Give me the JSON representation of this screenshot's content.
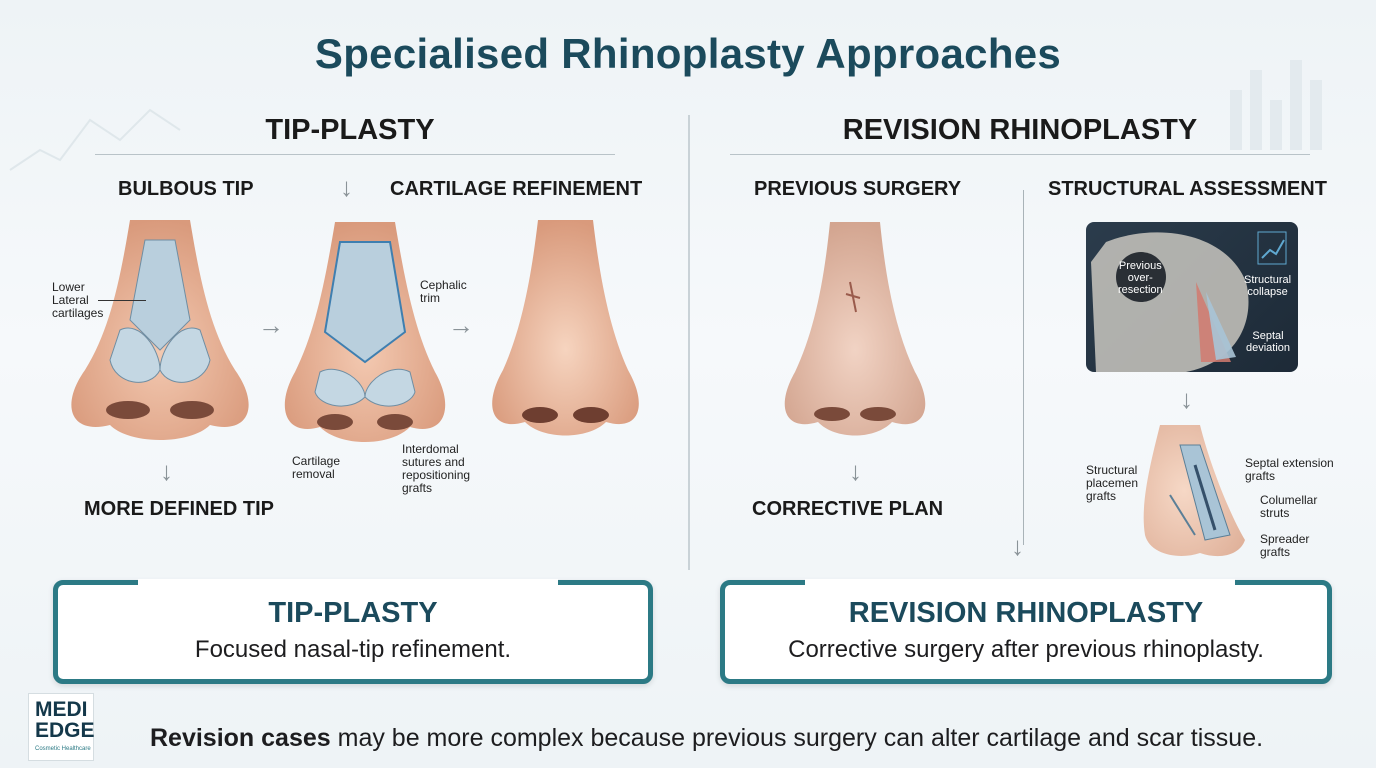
{
  "title": "Specialised Rhinoplasty Approaches",
  "left": {
    "section_title": "TIP-PLASTY",
    "sub_left": "BULBOUS TIP",
    "sub_right": "CARTILAGE REFINEMENT",
    "bottom_left": "MORE DEFINED TIP",
    "labels": {
      "lower_lateral": "Lower\nLateral\ncartilages",
      "cephalic": "Cephalic\ntrim",
      "cartilage_removal": "Cartilage\nremoval",
      "interdomal": "Interdomal\nsutures and\nrepositioning\ngrafts"
    },
    "card_title": "TIP-PLASTY",
    "card_desc": "Focused nasal-tip refinement."
  },
  "right": {
    "section_title": "REVISION RHINOPLASTY",
    "sub_left": "PREVIOUS SURGERY",
    "sub_right": "STRUCTURAL ASSESSMENT",
    "bottom_left": "CORRECTIVE PLAN",
    "labels": {
      "over_resection": "Previous\nover-\nresection",
      "collapse": "Structural\ncollapse",
      "septal_dev": "Septal\ndeviation",
      "structural_grafts": "Structural\nplacemen\ngrafts",
      "septal_ext": "Septal extension\ngrafts",
      "columellar": "Columellar\nstruts",
      "spreader": "Spreader\ngrafts"
    },
    "card_title": "REVISION RHINOPLASTY",
    "card_desc": "Corrective surgery after previous rhinoplasty."
  },
  "footer": {
    "bold": "Revision cases",
    "rest": " may be more complex because previous surgery can alter cartilage and scar tissue."
  },
  "logo": {
    "line1": "MEDI",
    "line2": "EDGE",
    "tag": "Cosmetic Healthcare"
  },
  "colors": {
    "accent": "#2c7a85",
    "title": "#1b4a5c",
    "skin": "#e8b79c",
    "cartilage": "#a9c4d6"
  }
}
